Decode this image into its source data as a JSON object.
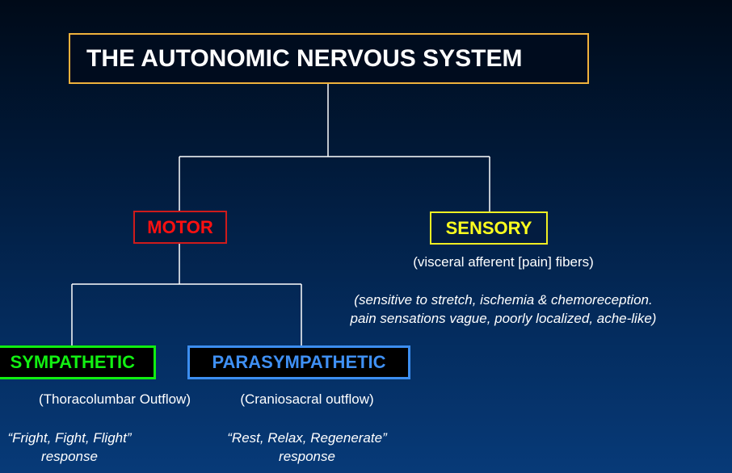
{
  "title": "THE AUTONOMIC NERVOUS SYSTEM",
  "motor": {
    "label": "MOTOR"
  },
  "sensory": {
    "label": "SENSORY",
    "subtitle": "(visceral afferent [pain] fibers)",
    "note_line1": "(sensitive to stretch, ischemia & chemoreception.",
    "note_line2": "pain sensations vague, poorly localized, ache-like)"
  },
  "sympathetic": {
    "label": "SYMPATHETIC",
    "outflow": "(Thoracolumbar Outflow)",
    "response_line1": "“Fright, Fight, Flight”",
    "response_line2": "response"
  },
  "parasympathetic": {
    "label": "PARASYMPATHETIC",
    "outflow": "(Craniosacral outflow)",
    "response_line1": "“Rest, Relax, Regenerate”",
    "response_line2": "response"
  },
  "colors": {
    "title_border": "#f0b23c",
    "motor": "#ff1010",
    "sensory": "#ffff1e",
    "sympathetic": "#12f012",
    "parasympathetic": "#3f90f4"
  }
}
